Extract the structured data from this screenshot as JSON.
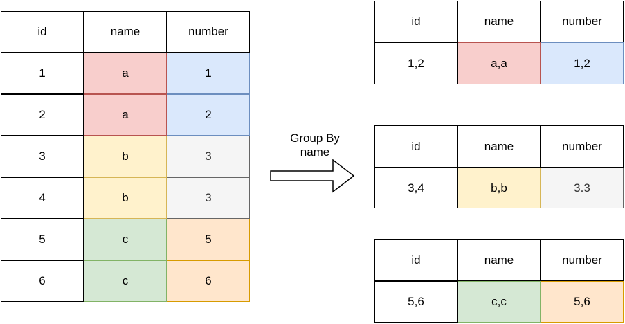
{
  "source_table": {
    "headers": [
      "id",
      "name",
      "number"
    ],
    "rows": [
      [
        "1",
        "a",
        "1"
      ],
      [
        "2",
        "a",
        "2"
      ],
      [
        "3",
        "b",
        "3"
      ],
      [
        "4",
        "b",
        "3"
      ],
      [
        "5",
        "c",
        "5"
      ],
      [
        "6",
        "c",
        "6"
      ]
    ]
  },
  "operation": {
    "line1": "Group By",
    "line2": "name"
  },
  "result_tables": [
    {
      "headers": [
        "id",
        "name",
        "number"
      ],
      "row": [
        "1,2",
        "a,a",
        "1,2"
      ]
    },
    {
      "headers": [
        "id",
        "name",
        "number"
      ],
      "row": [
        "3,4",
        "b,b",
        "3.3"
      ]
    },
    {
      "headers": [
        "id",
        "name",
        "number"
      ],
      "row": [
        "5,6",
        "c,c",
        "5,6"
      ]
    }
  ],
  "colors": {
    "a": "#f8cecc",
    "b": "#fff2cc",
    "c": "#d5e8d4",
    "number_a": "#dae8fc",
    "number_b": "#f5f5f5",
    "number_c": "#ffe6cc"
  }
}
